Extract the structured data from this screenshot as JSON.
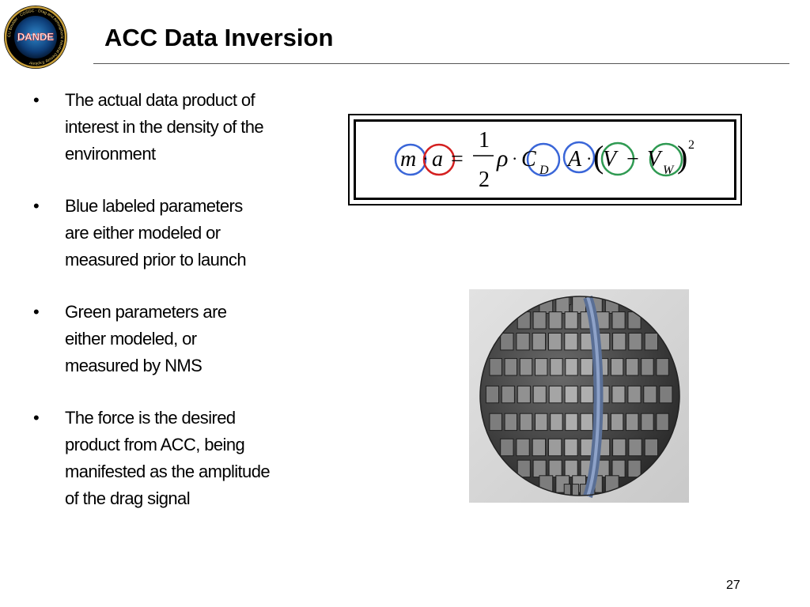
{
  "slide": {
    "title": "ACC Data Inversion",
    "page_number": "27"
  },
  "logo": {
    "center_text": "DANDE",
    "ring_text": "CU Boulder · COSGC · Drag and Atmospheric Neutral Density Explorer"
  },
  "bullets": [
    {
      "marker": "•",
      "lines": [
        "The actual data product of",
        "interest in the density of the",
        "environment"
      ]
    },
    {
      "marker": "•",
      "lines": [
        "Blue labeled parameters",
        "are either modeled or",
        "measured prior to launch"
      ]
    },
    {
      "marker": "•",
      "lines": [
        "Green parameters are",
        "either modeled, or",
        "measured by NMS"
      ]
    },
    {
      "marker": "•",
      "lines": [
        "The force is the desired",
        "product from ACC, being",
        "manifested as the amplitude",
        "of the drag signal"
      ]
    }
  ],
  "equation": {
    "m": "m",
    "dot1": "·",
    "a": "a",
    "equals": "=",
    "numerator": "1",
    "denominator": "2",
    "rho": "ρ",
    "dot2": "·",
    "C": "C",
    "C_sub": "D",
    "A": "A",
    "dot3": "·",
    "lparen": "(",
    "V": "V",
    "minus": "−",
    "Vw": "V",
    "Vw_sub": "W",
    "rparen": ")",
    "exponent": "2"
  },
  "colors": {
    "blue_circle": "#3a66d8",
    "red_circle": "#d42020",
    "green_circle": "#2f9a52"
  }
}
